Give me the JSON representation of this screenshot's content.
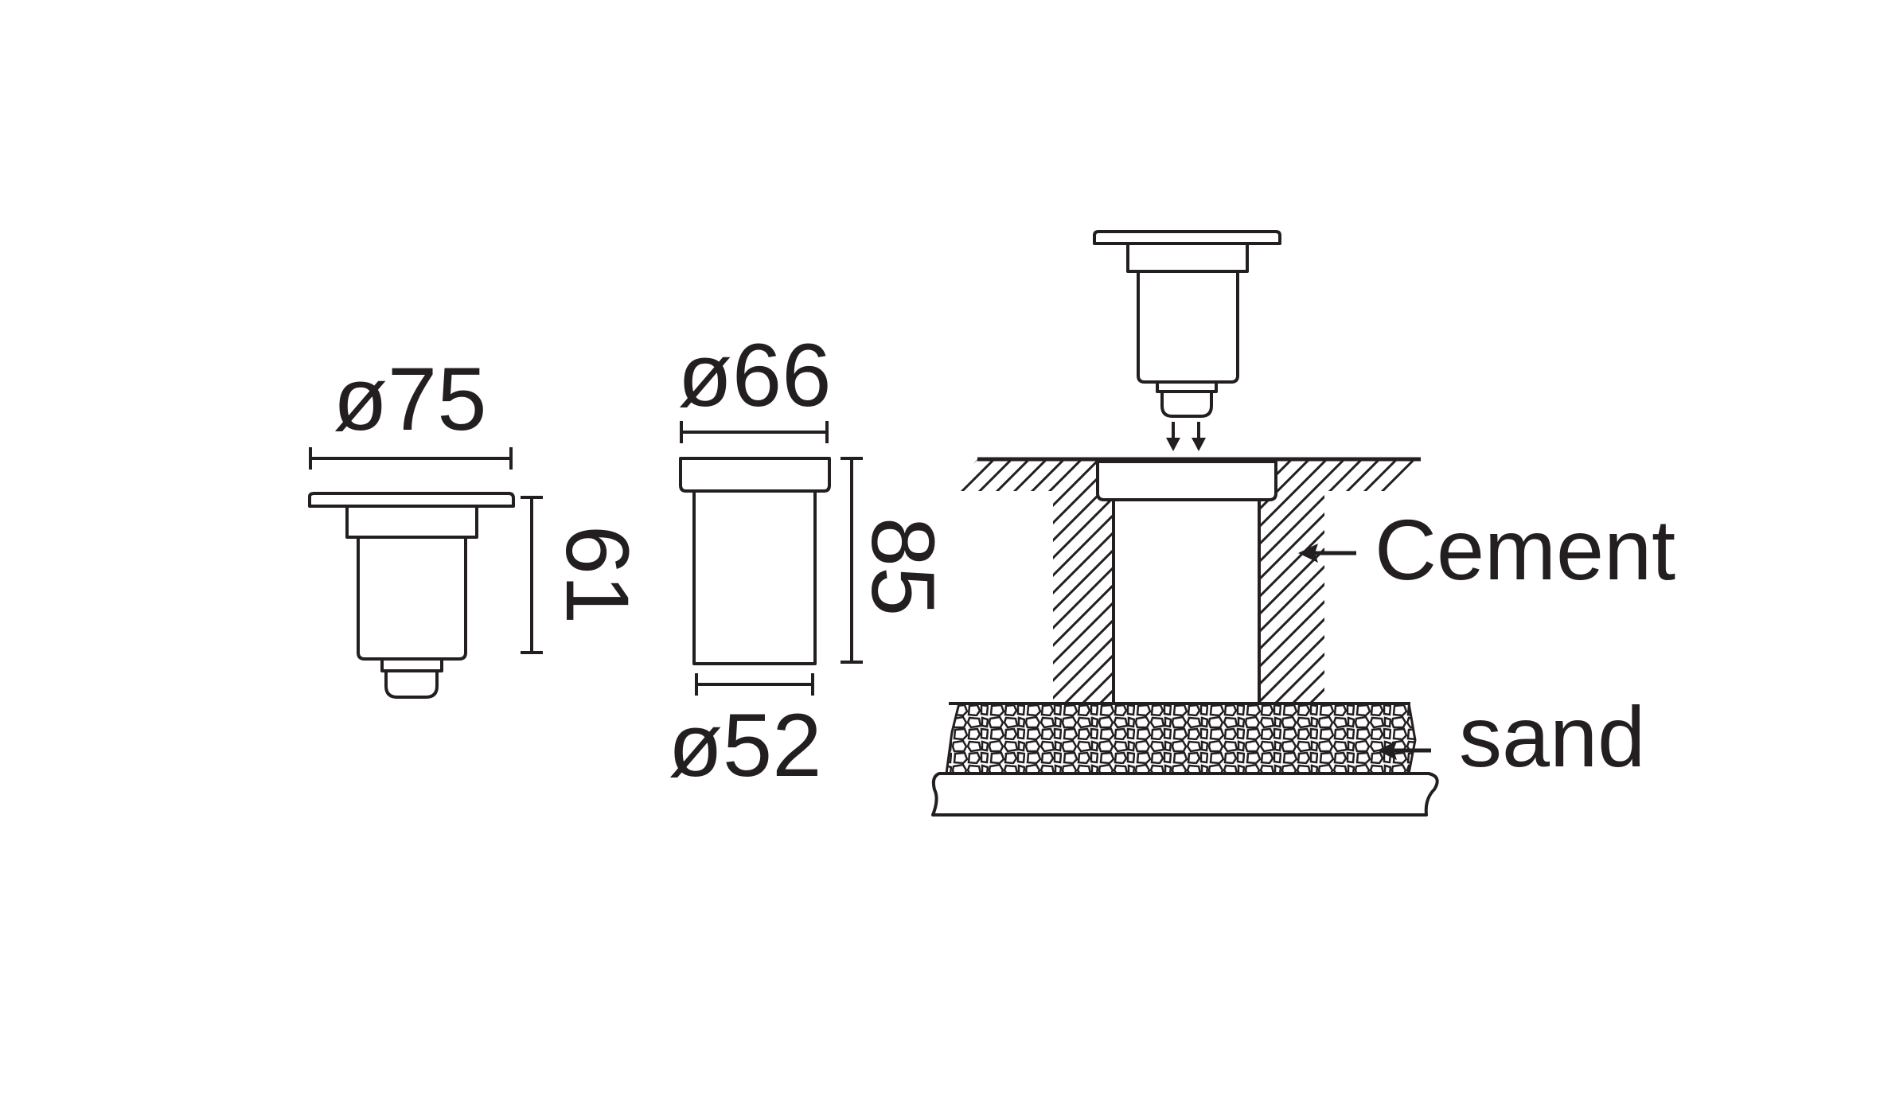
{
  "side_view": {
    "width_label": "ø75",
    "height_label": "61"
  },
  "sleeve": {
    "top_label": "ø66",
    "bottom_label": "ø52",
    "height_label": "85"
  },
  "installation": {
    "cement_label": "Cement",
    "sand_label": "sand"
  },
  "colors": {
    "ink": "#231f20",
    "background": "#ffffff"
  }
}
